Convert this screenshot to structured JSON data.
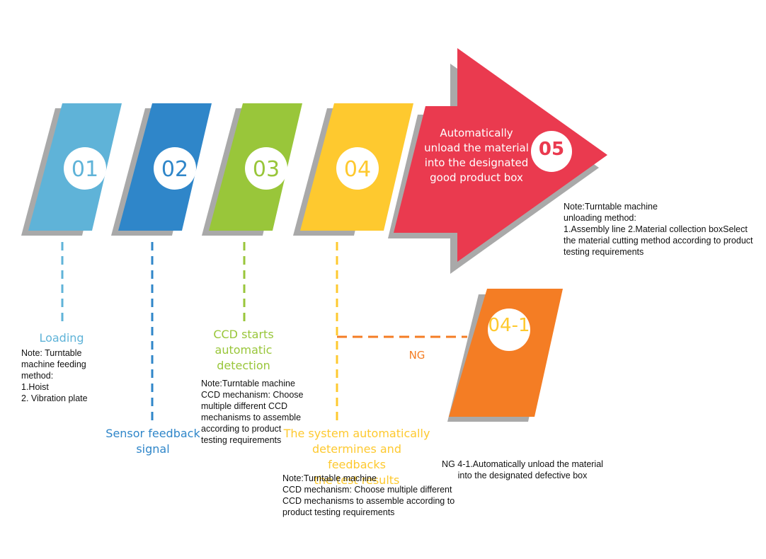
{
  "colors": {
    "step1": "#5fb3d8",
    "step2": "#2f86c9",
    "step3": "#99c63a",
    "step4": "#fec92f",
    "step5": "#ea3a4f",
    "step41": "#f47d24",
    "shadow": "#a9a9a9"
  },
  "steps": {
    "s1": {
      "num": "01",
      "label": "Loading"
    },
    "s2": {
      "num": "02",
      "label": "Sensor feedback\nsignal"
    },
    "s3": {
      "num": "03",
      "label": "CCD starts\nautomatic\ndetection"
    },
    "s4": {
      "num": "04",
      "label": "The system automatically\ndetermines and feedbacks\nthe test results"
    },
    "s5": {
      "num": "05",
      "label": "Automatically\nunload the material\ninto the designated\ngood product box"
    },
    "s41": {
      "num": "04-1",
      "branch": "NG"
    }
  },
  "notes": {
    "n1": "Note: Turntable\nmachine feeding\nmethod:\n1.Hoist\n2. Vibration plate",
    "n3": "Note:Turntable machine\nCCD mechanism: Choose\nmultiple different CCD\nmechanisms to assemble\naccording to product\ntesting requirements",
    "n4": "Note:Turntable machine\nCCD mechanism: Choose multiple different\nCCD mechanisms to assemble according to\nproduct testing requirements",
    "n5": "Note:Turntable machine\nunloading method:\n1.Assembly line 2.Material collection boxSelect\nthe material cutting method according to product\ntesting requirements",
    "n41": "NG 4-1.Automatically unload the material\ninto the designated defective box"
  }
}
